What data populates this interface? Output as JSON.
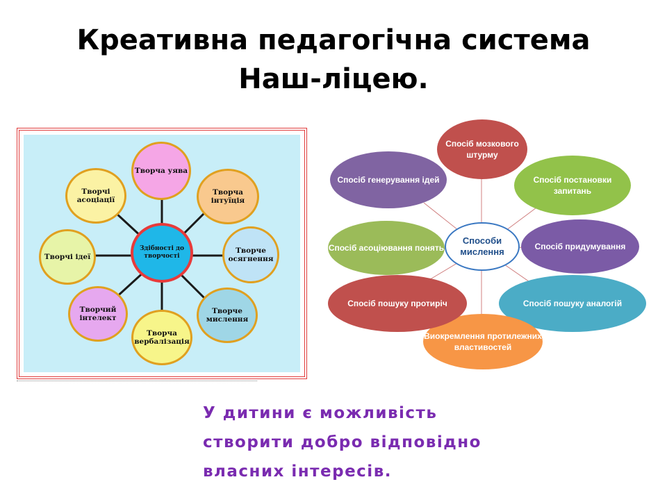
{
  "title": {
    "line1": "Креативна педагогічна система",
    "line2": "Наш-ліцею."
  },
  "left_diagram": {
    "center": "Здібності до творчості",
    "nodes": [
      {
        "label": "Творча уява",
        "color": "#f5a6e6"
      },
      {
        "label": "Творча інтуїція",
        "color": "#f9c98e"
      },
      {
        "label": "Творче осягнення",
        "color": "#bfe3f6"
      },
      {
        "label": "Творче мислення",
        "color": "#9fd6e6"
      },
      {
        "label": "Творча вербалізація",
        "color": "#f7f58a"
      },
      {
        "label": "Творчий інтелект",
        "color": "#e6a8ef"
      },
      {
        "label": "Творчі ідеї",
        "color": "#e7f4a8"
      },
      {
        "label": "Творчі асоціації",
        "color": "#fbf2a4"
      }
    ]
  },
  "right_diagram": {
    "center": "Способи мислення",
    "nodes": [
      {
        "label": "Спосіб мозкового штурму",
        "color": "#c0504d"
      },
      {
        "label": "Спосіб постановки запитань",
        "color": "#92c24a"
      },
      {
        "label": "Спосіб придумування",
        "color": "#7b5ba6"
      },
      {
        "label": "Спосіб пошуку аналогій",
        "color": "#4bacc6"
      },
      {
        "label": "Виокремлення протилежних властивостей",
        "color": "#f79646"
      },
      {
        "label": "Спосіб пошуку протиріч",
        "color": "#c0504d"
      },
      {
        "label": "Спосіб асоціювання понять",
        "color": "#9bbb59"
      },
      {
        "label": "Спосіб генерування ідей",
        "color": "#8064a2"
      }
    ]
  },
  "caption": {
    "line1": "У дитини є можливість",
    "line2": "створити добро відповідно",
    "line3": "власних інтересів."
  }
}
